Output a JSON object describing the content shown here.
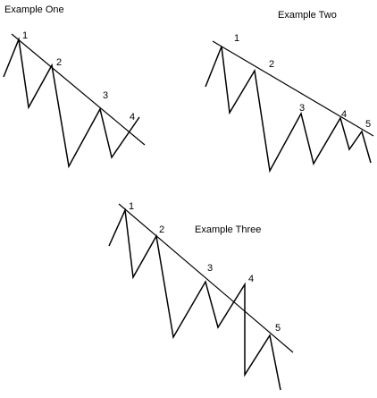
{
  "panels": [
    {
      "title": "Example One",
      "points": [
        "1",
        "2",
        "3",
        "4"
      ]
    },
    {
      "title": "Example Two",
      "points": [
        "1",
        "2",
        "3",
        "4",
        "5"
      ]
    },
    {
      "title": "Example Three",
      "points": [
        "1",
        "2",
        "3",
        "4",
        "5"
      ]
    }
  ],
  "colors": {
    "background": "#ffffff",
    "line": "#000000",
    "text": "#000000"
  }
}
